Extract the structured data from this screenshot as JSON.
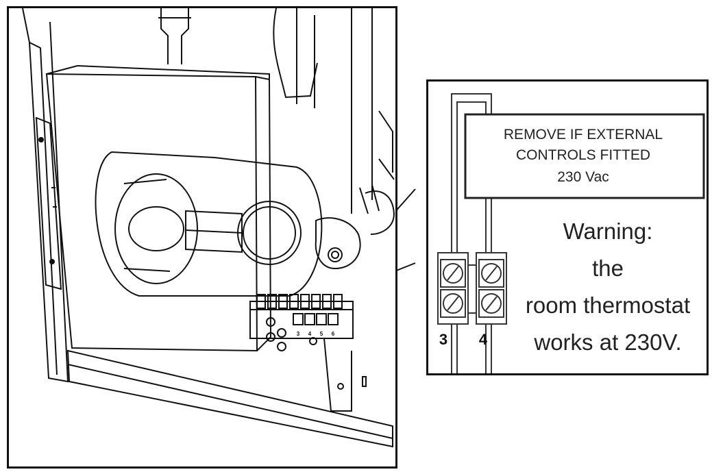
{
  "detail": {
    "label_box": {
      "line1": "REMOVE IF EXTERNAL",
      "line2": "CONTROLS FITTED",
      "line3": "230 Vac"
    },
    "warning": {
      "line1": "Warning:",
      "line2": "the",
      "line3": "room thermostat",
      "line4": "works at 230V."
    },
    "terminals": {
      "left": "3",
      "right": "4"
    }
  },
  "main": {
    "terminal_block_numbers": [
      "3",
      "4",
      "5",
      "6"
    ]
  }
}
